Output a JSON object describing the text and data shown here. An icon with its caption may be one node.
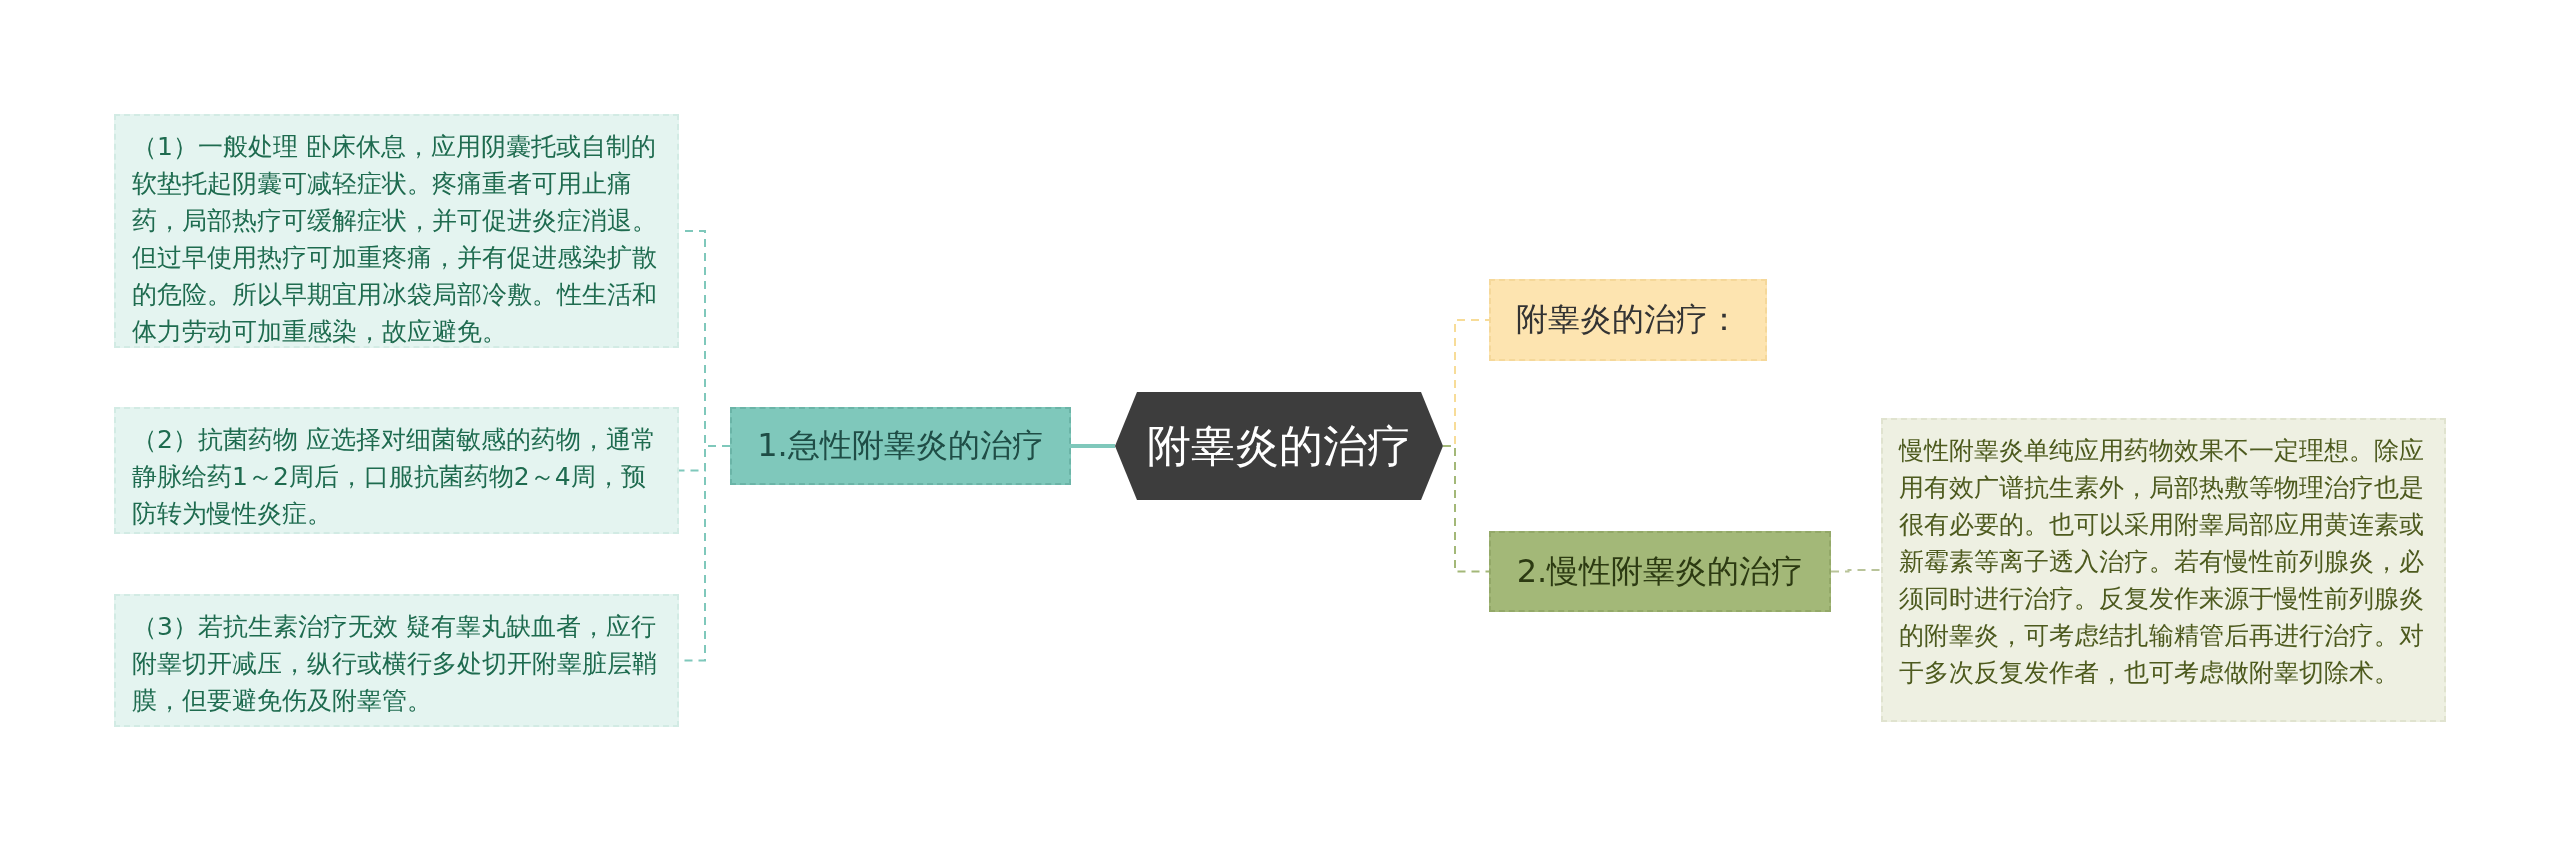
{
  "diagram": {
    "nodes": [
      {
        "text": [
          "附睾炎的治疗"
        ]
      },
      {
        "text": [
          "1.急性附睾炎的治疗"
        ]
      },
      {
        "text": [
          "（1）一般处理 卧床休息，应用阴囊托或自制的软垫托起阴囊可减轻症状。疼痛重者可用止痛药，局部热疗可缓解症状，并可促进炎症消退。但过早使用热疗可加重疼痛，并有促进感染扩散的危险。所以早期宜用冰袋局部冷敷。性生活和体力劳动可加重感染，故应避免。"
        ]
      },
      {
        "text": [
          "（2）抗菌药物 应选择对细菌敏感的药物，通常静脉给药1～2周后，口服抗菌药物2～4周，预防转为慢性炎症。"
        ]
      },
      {
        "text": [
          "（3）若抗生素治疗无效 疑有睾丸缺血者，应行附睾切开减压，纵行或横行多处切开附睾脏层鞘膜，但要避免伤及附睾管。"
        ]
      },
      {
        "text": [
          "附睾炎的治疗："
        ]
      },
      {
        "text": [
          "2.慢性附睾炎的治疗"
        ]
      },
      {
        "text": [
          "慢性附睾炎单纯应用药物效果不一定理想。除应用有效广谱抗生素外，局部热敷等物理治疗也是很有必要的。也可以采用附睾局部应用黄连素或新霉素等离子透入治疗。若有慢性前列腺炎，必须同时进行治疗。反复发作来源于慢性前列腺炎的附睾炎，可考虑结扎输精管后再进行治疗。对于多次反复发作者，也可考虑做附睾切除术。"
        ]
      }
    ],
    "edges": [
      {
        "from": 0,
        "to": 1,
        "arrow": "none",
        "color": "#7fc8bb"
      },
      {
        "from": 1,
        "to": 2,
        "arrow": "none",
        "style": "dashed",
        "color": "#7fc8bb"
      },
      {
        "from": 1,
        "to": 3,
        "arrow": "none",
        "style": "dashed",
        "color": "#7fc8bb"
      },
      {
        "from": 1,
        "to": 4,
        "arrow": "none",
        "style": "dashed",
        "color": "#7fc8bb"
      },
      {
        "from": 0,
        "to": 5,
        "arrow": "none",
        "style": "dashed",
        "color": "#f7dc98"
      },
      {
        "from": 0,
        "to": 6,
        "arrow": "none",
        "style": "dashed",
        "color": "#a3b878"
      },
      {
        "from": 6,
        "to": 7,
        "arrow": "none",
        "style": "dashed",
        "color": "#b9c49a"
      }
    ]
  }
}
